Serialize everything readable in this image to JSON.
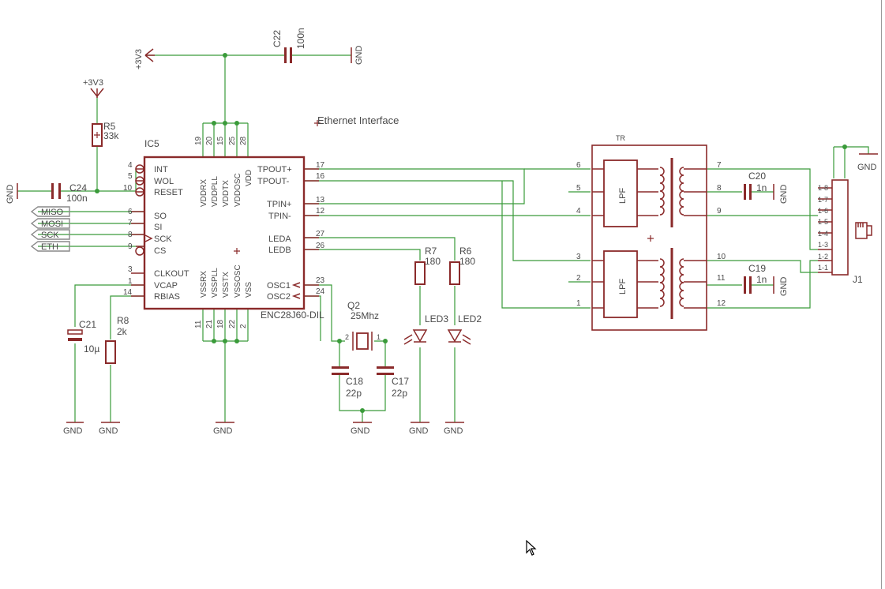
{
  "title": "Ethernet Interface",
  "colors": {
    "wire": "#3a9b3a",
    "part": "#8a2a2a",
    "text": "#4a4a4a",
    "background": "#ffffff"
  },
  "ic5": {
    "name": "IC5",
    "value": "ENC28J60-DIL",
    "left_pins": [
      {
        "num": "4",
        "name": "INT"
      },
      {
        "num": "5",
        "name": "WOL"
      },
      {
        "num": "10",
        "name": "RESET"
      },
      {
        "num": "6",
        "name": "SO"
      },
      {
        "num": "7",
        "name": "SI"
      },
      {
        "num": "8",
        "name": "SCK"
      },
      {
        "num": "9",
        "name": "CS"
      },
      {
        "num": "3",
        "name": "CLKOUT"
      },
      {
        "num": "1",
        "name": "VCAP"
      },
      {
        "num": "14",
        "name": "RBIAS"
      }
    ],
    "right_pins": [
      {
        "num": "17",
        "name": "TPOUT+"
      },
      {
        "num": "16",
        "name": "TPOUT-"
      },
      {
        "num": "13",
        "name": "TPIN+"
      },
      {
        "num": "12",
        "name": "TPIN-"
      },
      {
        "num": "27",
        "name": "LEDA"
      },
      {
        "num": "26",
        "name": "LEDB"
      },
      {
        "num": "23",
        "name": "OSC1"
      },
      {
        "num": "24",
        "name": "OSC2"
      }
    ],
    "top_pins": [
      {
        "num": "19",
        "name": "VDDRX"
      },
      {
        "num": "20",
        "name": "VDDPLL"
      },
      {
        "num": "15",
        "name": "VDDTX"
      },
      {
        "num": "25",
        "name": "VDDOSC"
      },
      {
        "num": "28",
        "name": "VDD"
      }
    ],
    "bottom_pins": [
      {
        "num": "11",
        "name": "VSSRX"
      },
      {
        "num": "21",
        "name": "VSSPLL"
      },
      {
        "num": "18",
        "name": "VSSTX"
      },
      {
        "num": "22",
        "name": "VSSOSC"
      },
      {
        "num": "2",
        "name": "VSS"
      }
    ]
  },
  "signals": [
    "MISO",
    "MOSI",
    "SCK",
    "ETH"
  ],
  "power": {
    "supply": "+3V3",
    "ground": "GND"
  },
  "parts": {
    "r5": {
      "name": "R5",
      "value": "33k"
    },
    "c24": {
      "name": "C24",
      "value": "100n"
    },
    "c22": {
      "name": "C22",
      "value": "100n"
    },
    "c21": {
      "name": "C21",
      "value": "10µ"
    },
    "r8": {
      "name": "R8",
      "value": "2k"
    },
    "q2": {
      "name": "Q2",
      "value": "25Mhz",
      "pin_left": "2",
      "pin_right": "1"
    },
    "c18": {
      "name": "C18",
      "value": "22p"
    },
    "c17": {
      "name": "C17",
      "value": "22p"
    },
    "r7": {
      "name": "R7",
      "value": "180"
    },
    "r6": {
      "name": "R6",
      "value": "180"
    },
    "led3": {
      "name": "LED3"
    },
    "led2": {
      "name": "LED2"
    },
    "c20": {
      "name": "C20",
      "value": "1n"
    },
    "c19": {
      "name": "C19",
      "value": "1n"
    }
  },
  "transformer": {
    "name": "TR",
    "filter_label": "LPF",
    "left_pins": [
      "6",
      "5",
      "4",
      "3",
      "2",
      "1"
    ],
    "right_pins": [
      "7",
      "8",
      "9",
      "10",
      "11",
      "12"
    ]
  },
  "connector": {
    "name": "J1",
    "pins": [
      "1-8",
      "1-7",
      "1-6",
      "1-5",
      "1-4",
      "1-3",
      "1-2",
      "1-1"
    ]
  }
}
